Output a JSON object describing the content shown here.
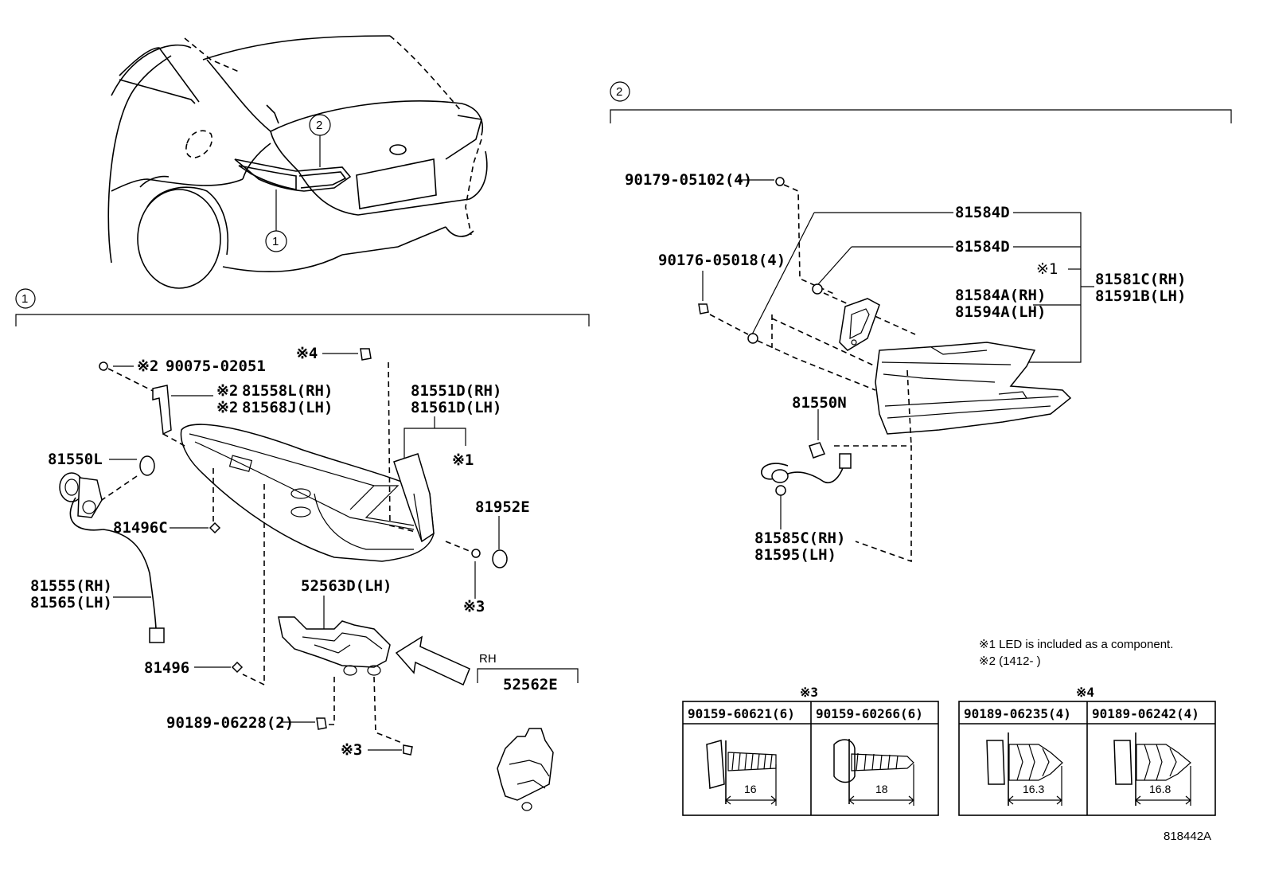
{
  "sections": {
    "s1": "1",
    "s2": "2"
  },
  "car_callouts": {
    "c1": "1",
    "c2": "2"
  },
  "parts": {
    "p90075": "90075-02051",
    "p90075_mark": "※2",
    "p81558": "81558L(RH)",
    "p81568": "81568J(LH)",
    "p81558_mark": "※2",
    "p81568_mark": "※2",
    "mark4_top": "※4",
    "p81551": "81551D(RH)",
    "p81561": "81561D(LH)",
    "mark1_left": "※1",
    "p81550L": "81550L",
    "p81496C": "81496C",
    "p81952E": "81952E",
    "mark3_right": "※3",
    "p81555": "81555(RH)",
    "p81565": "81565(LH)",
    "p52563D": "52563D(LH)",
    "rh": "RH",
    "p52562E": "52562E",
    "p81496": "81496",
    "p90189_06228": "90189-06228(2)",
    "mark3_bottom": "※3",
    "p90179": "90179-05102(4)",
    "p81584D_a": "81584D",
    "p81584D_b": "81584D",
    "mark1_right": "※1",
    "p90176": "90176-05018(4)",
    "p81584A": "81584A(RH)",
    "p81594A": "81594A(LH)",
    "p81581C": "81581C(RH)",
    "p81591B": "81591B(LH)",
    "p81550N": "81550N",
    "p81585C": "81585C(RH)",
    "p81595": "81595(LH)"
  },
  "notes": {
    "n1": "※1 LED is included as a component.",
    "n2": "※2 (1412-        )"
  },
  "table3": {
    "mark": "※3",
    "col1": "90159-60621(6)",
    "col2": "90159-60266(6)",
    "dim1": "16",
    "dim2": "18"
  },
  "table4": {
    "mark": "※4",
    "col1": "90189-06235(4)",
    "col2": "90189-06242(4)",
    "dim1": "16.3",
    "dim2": "16.8"
  },
  "diagram_id": "818442A"
}
